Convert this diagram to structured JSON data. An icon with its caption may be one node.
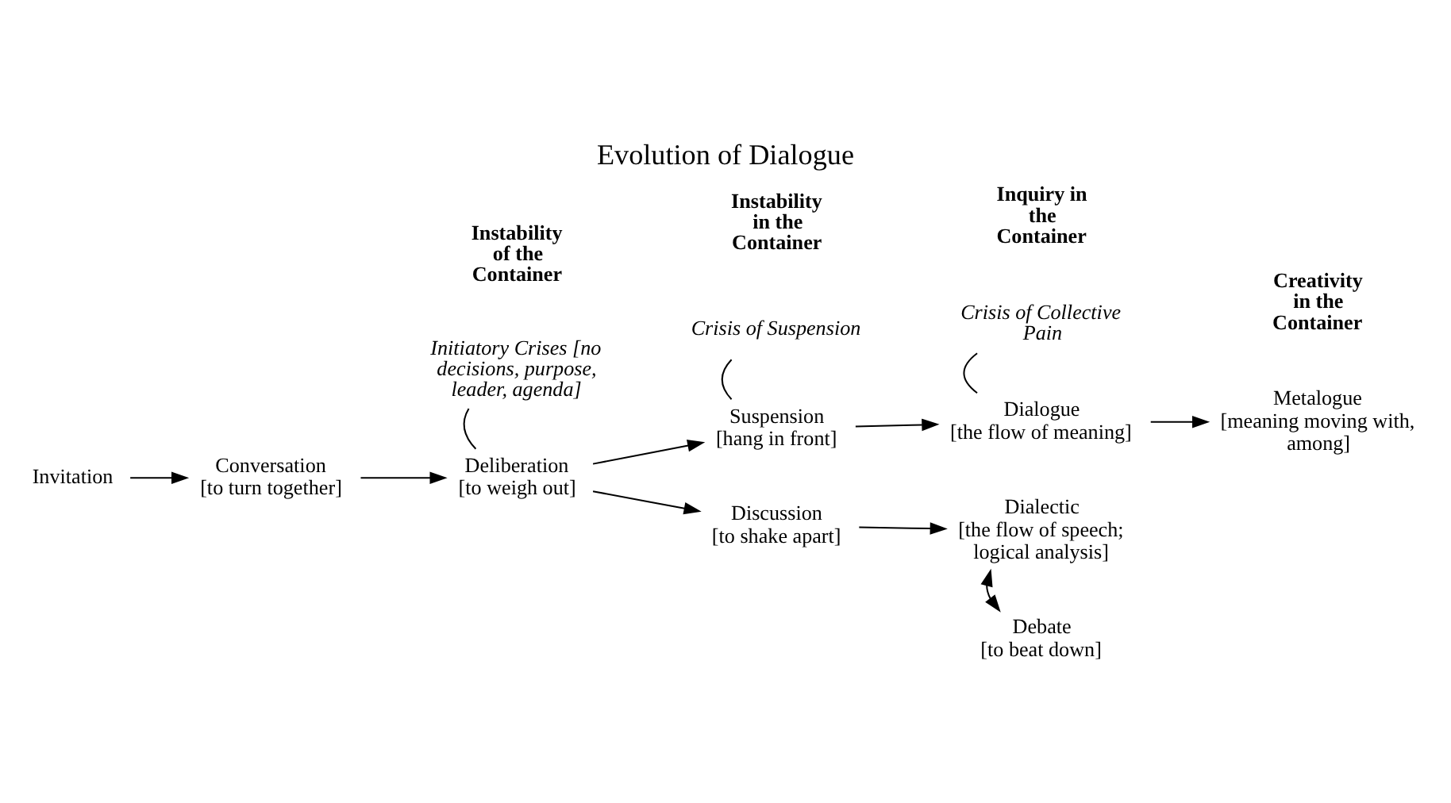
{
  "diagram": {
    "title": "Evolution of Dialogue",
    "nodes": [
      {
        "text": [
          "Invitation"
        ]
      },
      {
        "text": [
          "Conversation",
          "[to turn together]"
        ]
      },
      {
        "text": [
          "Deliberation",
          "[to weigh out]"
        ]
      },
      {
        "text": [
          "Suspension",
          "[hang in front]"
        ]
      },
      {
        "text": [
          "Dialogue",
          "[the flow of meaning]"
        ]
      },
      {
        "text": [
          "Metalogue",
          "[meaning moving with, among]"
        ]
      },
      {
        "text": [
          "Discussion",
          "[to shake apart]"
        ]
      },
      {
        "text": [
          "Dialectic",
          "[the flow of speech; logical analysis]"
        ]
      },
      {
        "text": [
          "Debate",
          "[to beat down]"
        ]
      },
      {
        "text": [
          "Initiatory Crises [no decisions, purpose, leader, agenda]"
        ]
      },
      {
        "text": [
          "Crisis of Suspension"
        ]
      },
      {
        "text": [
          "Crisis of Collective Pain"
        ]
      }
    ],
    "edges": [
      {
        "from": 0,
        "to": 1,
        "arrow": "to"
      },
      {
        "from": 1,
        "to": 2,
        "arrow": "to"
      },
      {
        "from": 2,
        "to": 3,
        "arrow": "to"
      },
      {
        "from": 2,
        "to": 6,
        "arrow": "to"
      },
      {
        "from": 3,
        "to": 4,
        "arrow": "to"
      },
      {
        "from": 4,
        "to": 5,
        "arrow": "to"
      },
      {
        "from": 6,
        "to": 7,
        "arrow": "to"
      },
      {
        "from": 7,
        "to": 8,
        "arrow": "both"
      },
      {
        "from": 9,
        "to": 2,
        "arrow": "none"
      },
      {
        "from": 10,
        "to": 3,
        "arrow": "none"
      },
      {
        "from": 11,
        "to": 4,
        "arrow": "none"
      }
    ],
    "labels": [
      "Instability of the Container",
      "Instability in the Container",
      "Inquiry in the Container",
      "Creativity in the Container"
    ]
  }
}
